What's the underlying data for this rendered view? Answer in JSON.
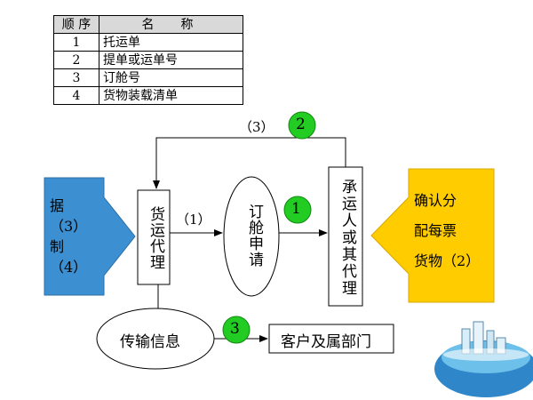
{
  "legend": {
    "header": [
      "顺 序",
      "名　称"
    ],
    "rows": [
      {
        "num": "1",
        "name": "托运单"
      },
      {
        "num": "2",
        "name": "提单或运单号"
      },
      {
        "num": "3",
        "name": "订舱号"
      },
      {
        "num": "4",
        "name": "货物装载清单"
      }
    ]
  },
  "left_arrow": {
    "lines": [
      "据",
      "（3）",
      "制",
      "（4）"
    ],
    "color": "#3c8fd1"
  },
  "right_arrow": {
    "lines": [
      "确认分",
      "配每票",
      "货物（2）"
    ],
    "color": "#ffcc00"
  },
  "nodes": {
    "forwarder": "货运代理",
    "booking": "订舱申请",
    "carrier": "承运人或其代理",
    "transmit": "传输信息",
    "customer": "客户及属部门"
  },
  "edge_labels": {
    "top": "（3）",
    "middle": "（1）"
  },
  "badges": [
    "2",
    "1",
    "3"
  ],
  "colors": {
    "badge": "#22cc22",
    "badge_border": "#118811"
  }
}
